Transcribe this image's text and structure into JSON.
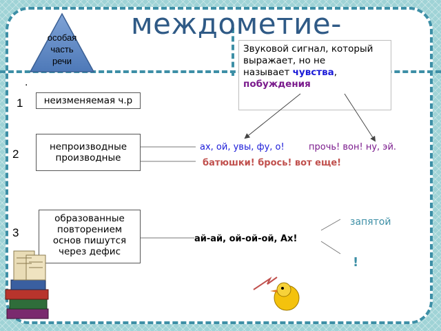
{
  "title": "междометие-",
  "triangle": {
    "text": "особая\nчасть\nречи"
  },
  "definition": {
    "line1": "Звуковой сигнал, который",
    "line2": "выражает, но не",
    "line3_prefix": "называет ",
    "word_feelings": "чувства",
    "comma": ",",
    "word_urges": "побуждения"
  },
  "dot": ".",
  "rows": [
    {
      "num": "1",
      "box": "неизменяемая ч.р"
    },
    {
      "num": "2",
      "box": "непроизводные\nпроизводные"
    },
    {
      "num": "3",
      "box": "образованные\nповторением\nоснов пишутся\nчерез дефис"
    }
  ],
  "examples": {
    "primary_blue": "ах, ой, увы, фу, о!",
    "primary_purple": "прочь! вон! ну, эй.",
    "derived": "батюшки! брось! вот еще!",
    "hyphen": "ай-ай, ой-ой-ой, Ах!",
    "comma_word": "запятой",
    "exclamation": "!"
  },
  "colors": {
    "blue": "#1b1bd8",
    "purple": "#7a1a8c",
    "rust": "#c0504d",
    "teal": "#3d8fa6"
  }
}
